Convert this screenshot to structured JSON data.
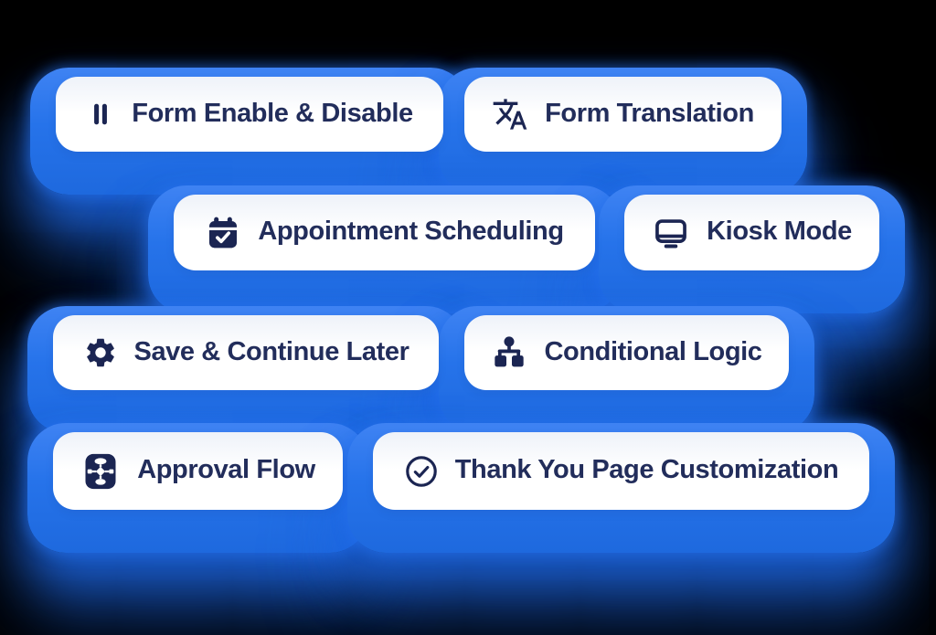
{
  "graphic_title": "Form features badge grid",
  "features": [
    {
      "label": "Form Enable & Disable",
      "icon": "pause-icon"
    },
    {
      "label": "Form Translation",
      "icon": "translate-icon"
    },
    {
      "label": "Appointment Scheduling",
      "icon": "calendar-check-icon"
    },
    {
      "label": "Kiosk Mode",
      "icon": "kiosk-monitor-icon"
    },
    {
      "label": "Save & Continue Later",
      "icon": "gear-icon"
    },
    {
      "label": "Conditional Logic",
      "icon": "hierarchy-icon"
    },
    {
      "label": "Approval Flow",
      "icon": "approval-workflow-icon"
    },
    {
      "label": "Thank You Page Customization",
      "icon": "check-circle-icon"
    }
  ],
  "colors": {
    "background": "#000000",
    "blob_blue": "#2471e8",
    "blob_blue_light": "#3f83f3",
    "pill_background": "#ffffff",
    "text_navy": "#222d5b",
    "icon_navy": "#1b2552"
  }
}
